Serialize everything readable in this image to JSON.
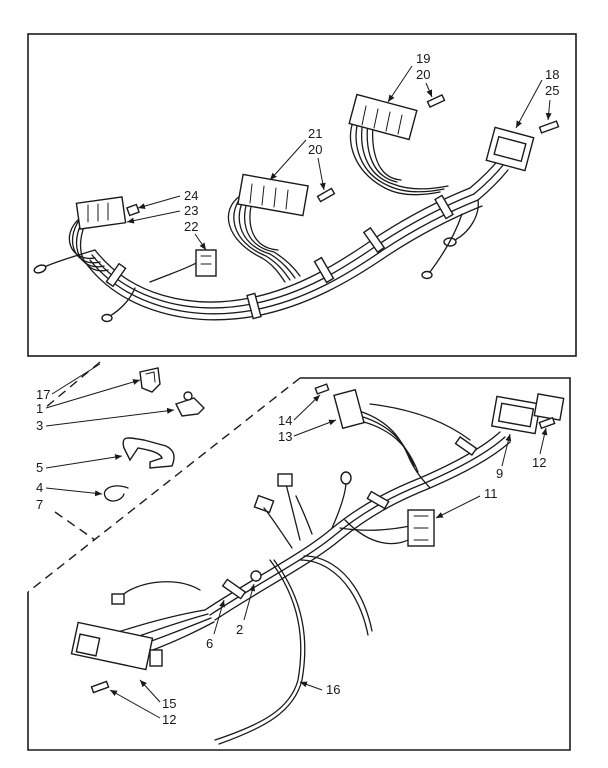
{
  "callouts": {
    "c1": "1",
    "c2": "2",
    "c3": "3",
    "c4": "4",
    "c5": "5",
    "c6": "6",
    "c7": "7",
    "c9": "9",
    "c11": "11",
    "c12a": "12",
    "c12b": "12",
    "c13": "13",
    "c14": "14",
    "c15": "15",
    "c16": "16",
    "c17": "17",
    "c18": "18",
    "c19": "19",
    "c20a": "20",
    "c20b": "20",
    "c21": "21",
    "c22": "22",
    "c23": "23",
    "c24": "24",
    "c25": "25"
  }
}
